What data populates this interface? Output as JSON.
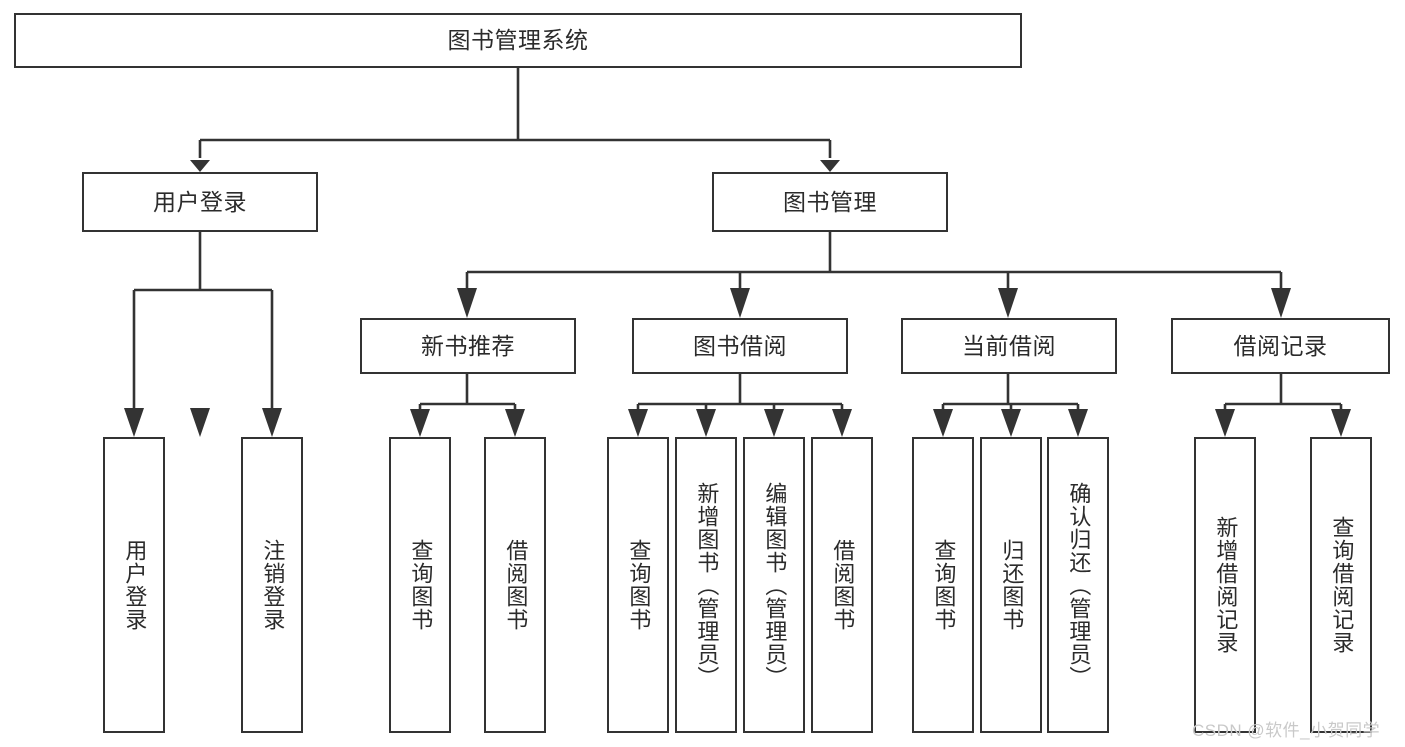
{
  "diagram": {
    "type": "tree-hierarchy",
    "title": "图书管理系统",
    "orientation": "top-down",
    "colors": {
      "box_border": "#333333",
      "box_fill": "#ffffff",
      "connector": "#333333",
      "text": "#2b2b2b",
      "watermark": "#c9c9c9",
      "background": "#ffffff"
    },
    "nodes": {
      "root": {
        "label": "图书管理系统",
        "level": 1,
        "orientation": "horizontal"
      },
      "l2": [
        {
          "label": "用户登录",
          "level": 2,
          "orientation": "horizontal"
        },
        {
          "label": "图书管理",
          "level": 2,
          "orientation": "horizontal"
        }
      ],
      "l3": [
        {
          "label": "新书推荐",
          "level": 3,
          "orientation": "horizontal"
        },
        {
          "label": "图书借阅",
          "level": 3,
          "orientation": "horizontal"
        },
        {
          "label": "当前借阅",
          "level": 3,
          "orientation": "horizontal"
        },
        {
          "label": "借阅记录",
          "level": 3,
          "orientation": "horizontal"
        }
      ],
      "leaves": {
        "user_login": [
          {
            "label": "用户登录",
            "orientation": "vertical"
          },
          {
            "label": "注销登录",
            "orientation": "vertical"
          }
        ],
        "new_book_recommend": [
          {
            "label": "查询图书",
            "orientation": "vertical"
          },
          {
            "label": "借阅图书",
            "orientation": "vertical"
          }
        ],
        "book_borrow": [
          {
            "label": "查询图书",
            "orientation": "vertical"
          },
          {
            "label": "新增图书（管理员）",
            "orientation": "vertical"
          },
          {
            "label": "编辑图书（管理员）",
            "orientation": "vertical"
          },
          {
            "label": "借阅图书",
            "orientation": "vertical"
          }
        ],
        "current_borrow": [
          {
            "label": "查询图书",
            "orientation": "vertical"
          },
          {
            "label": "归还图书",
            "orientation": "vertical"
          },
          {
            "label": "确认归还（管理员）",
            "orientation": "vertical"
          }
        ],
        "borrow_record": [
          {
            "label": "新增借阅记录",
            "orientation": "vertical"
          },
          {
            "label": "查询借阅记录",
            "orientation": "vertical"
          }
        ]
      }
    },
    "watermark": {
      "text": "CSDN @软件_小贺同学"
    }
  }
}
